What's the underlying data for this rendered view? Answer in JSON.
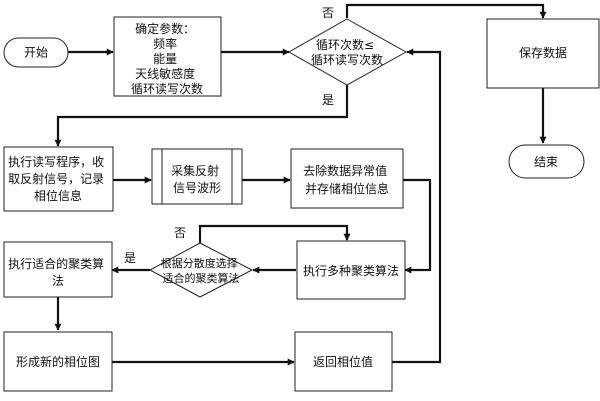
{
  "nodes": {
    "start": {
      "label": "开始"
    },
    "params": {
      "lines": [
        "确定参数：",
        "频率",
        "能量",
        "天线敏感度",
        "循环读写次数"
      ]
    },
    "loop_check": {
      "lines": [
        "循环次数≤",
        "循环读写次数"
      ]
    },
    "save": {
      "label": "保存数据"
    },
    "end": {
      "label": "结束"
    },
    "read_program": {
      "lines": [
        "执行读写程序，收",
        "取反射信号，记录",
        "相位信息"
      ]
    },
    "collect": {
      "lines": [
        "采集反射",
        "信号波形"
      ]
    },
    "remove_anomaly": {
      "lines": [
        "去除数据异常值",
        "并存储相位信息"
      ]
    },
    "exec_fit": {
      "lines": [
        "执行适合的聚类算",
        "法"
      ]
    },
    "choose_algo": {
      "lines": [
        "根据分散度选择",
        "适合的聚类算法"
      ]
    },
    "exec_multi": {
      "label": "执行多种聚类算法"
    },
    "new_phase": {
      "label": "形成新的相位图"
    },
    "return_phase": {
      "label": "返回相位值"
    }
  },
  "edge_labels": {
    "loop_no": "否",
    "loop_yes": "是",
    "choose_no": "否",
    "choose_yes": "是"
  }
}
